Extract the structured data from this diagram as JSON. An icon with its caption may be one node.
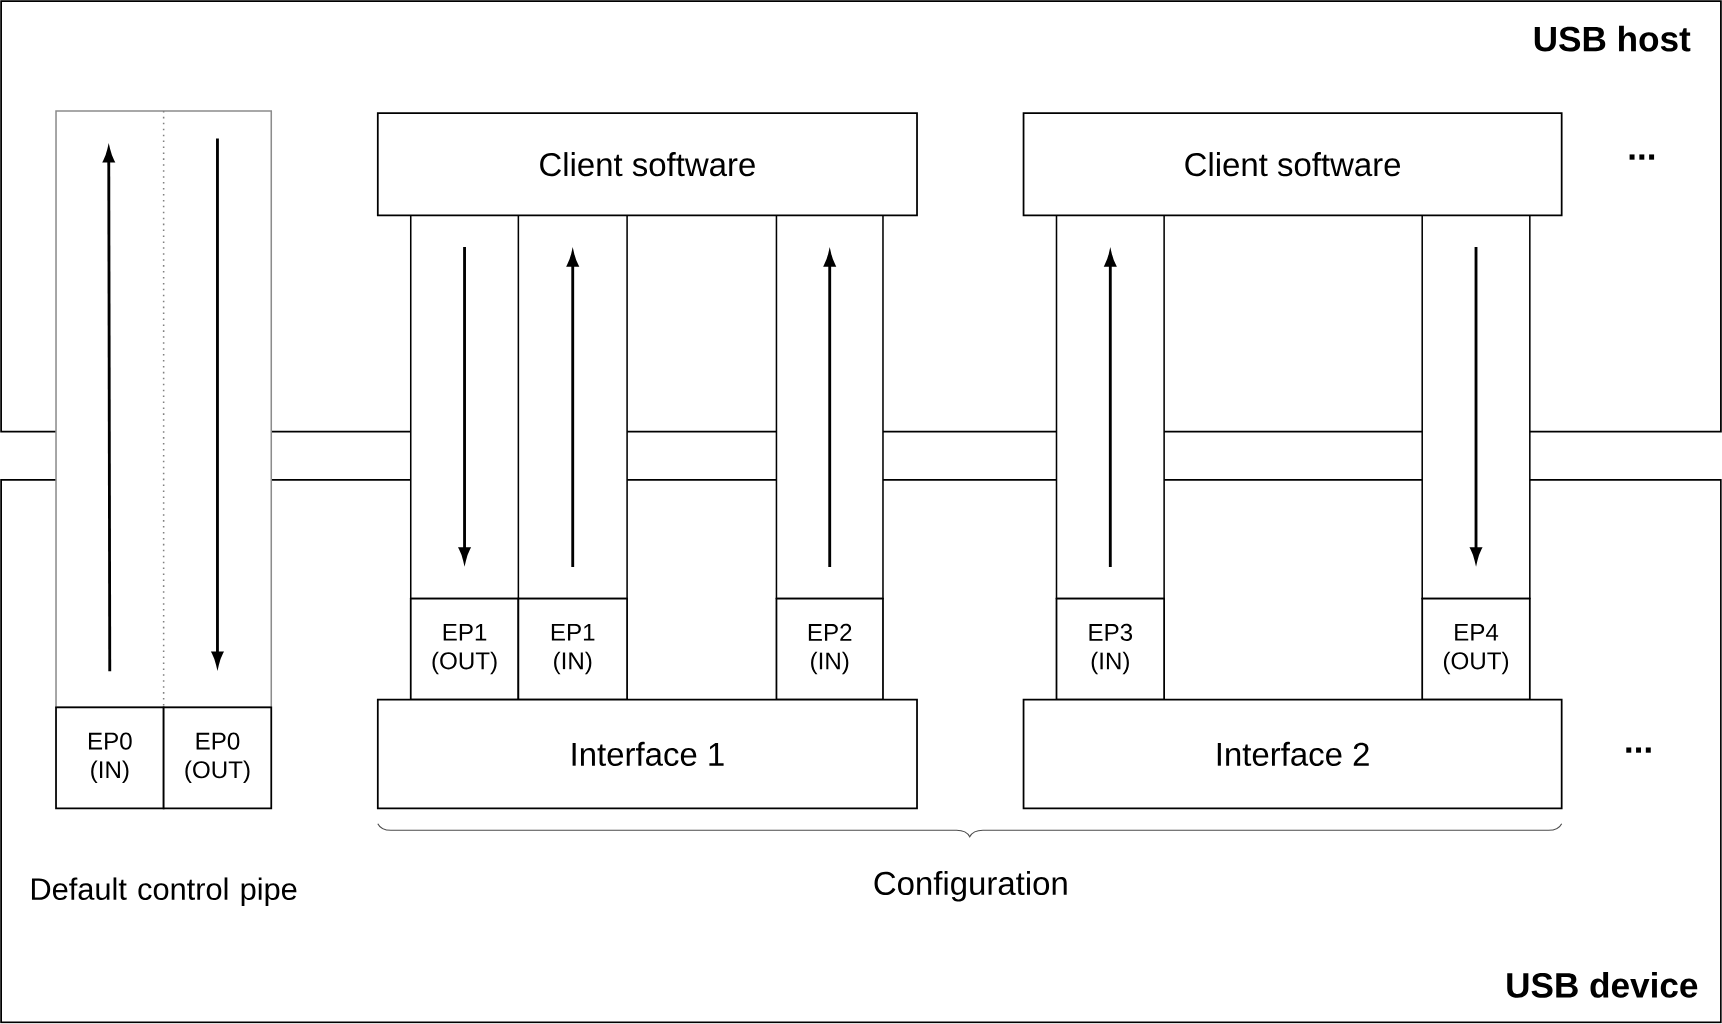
{
  "diagram": {
    "nodes": [
      {
        "text": [
          "USB host"
        ]
      },
      {
        "text": [
          "USB device"
        ]
      },
      {
        "text": [
          "Client software"
        ],
        "in": 0
      },
      {
        "text": [
          "Client software"
        ],
        "in": 0
      },
      {
        "text": [
          "EP0 (IN)"
        ],
        "in": 1
      },
      {
        "text": [
          "EP0 (OUT)"
        ],
        "in": 1
      },
      {
        "text": [
          "EP1 (OUT)"
        ],
        "in": 1
      },
      {
        "text": [
          "EP1 (IN)"
        ],
        "in": 1
      },
      {
        "text": [
          "EP2 (IN)"
        ],
        "in": 1
      },
      {
        "text": [
          "EP3 (IN)"
        ],
        "in": 1
      },
      {
        "text": [
          "EP4 (OUT)"
        ],
        "in": 1
      },
      {
        "text": [
          "Interface 1"
        ],
        "in": 1
      },
      {
        "text": [
          "Interface 2"
        ],
        "in": 1
      }
    ],
    "edges": [
      {
        "from": 4,
        "to": null,
        "arrow": "to"
      },
      {
        "from": null,
        "to": 5,
        "arrow": "to"
      },
      {
        "from": 2,
        "to": 6,
        "arrow": "to"
      },
      {
        "from": 7,
        "to": 2,
        "arrow": "to"
      },
      {
        "from": 8,
        "to": 2,
        "arrow": "to"
      },
      {
        "from": 9,
        "to": 3,
        "arrow": "to"
      },
      {
        "from": 3,
        "to": 10,
        "arrow": "to"
      }
    ],
    "labels": [
      "...",
      "...",
      "Default control pipe",
      "Configuration"
    ]
  }
}
